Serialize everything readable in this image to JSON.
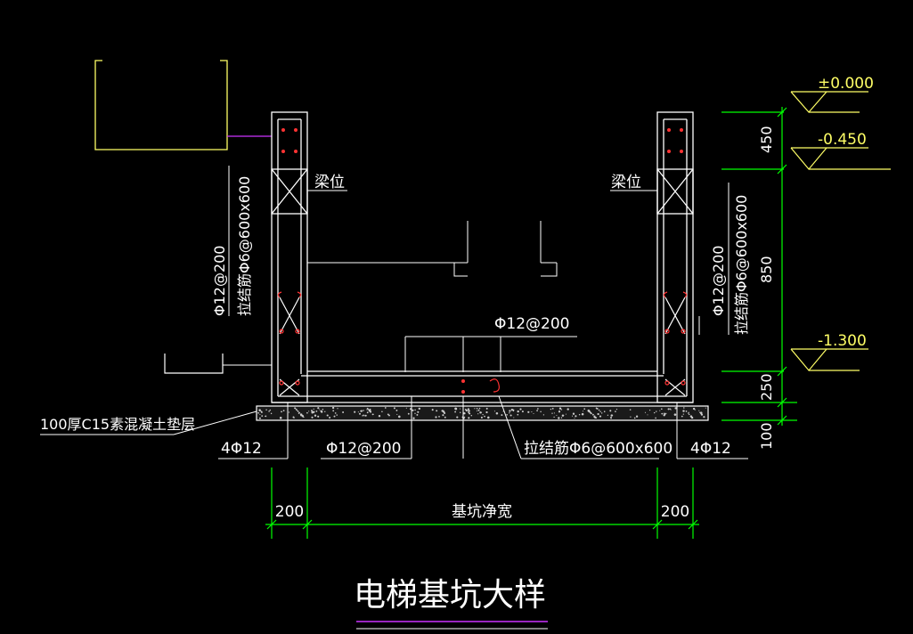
{
  "title": "电梯基坑大样",
  "elevations": {
    "top": "±0.000",
    "mid": "-0.450",
    "bottom": "-1.300"
  },
  "vertical_dims": {
    "d1": "450",
    "d2": "850",
    "d3": "250",
    "d4": "100"
  },
  "horizontal_dims": {
    "left": "200",
    "center": "基坑净宽",
    "right": "200"
  },
  "labels": {
    "beam_left": "梁位",
    "beam_right": "梁位",
    "wall_bar_left": "Φ12@200",
    "tie_bar_left": "拉结筋Φ6@600x600",
    "wall_bar_right": "Φ12@200",
    "tie_bar_right": "拉结筋Φ6@600x600",
    "slab_bar_top": "Φ12@200",
    "slab_bar_bottom": "Φ12@200",
    "tie_bar_bottom": "拉结筋Φ6@600x600",
    "corner_left": "4Φ12",
    "corner_right": "4Φ12",
    "cushion": "100厚C15素混凝土垫层"
  },
  "colors": {
    "background": "#000000",
    "line": "#ffffff",
    "dimension": "#00ff00",
    "level": "#ffff66",
    "rebar": "#ff3333",
    "leader_magenta": "#cc33ff"
  }
}
